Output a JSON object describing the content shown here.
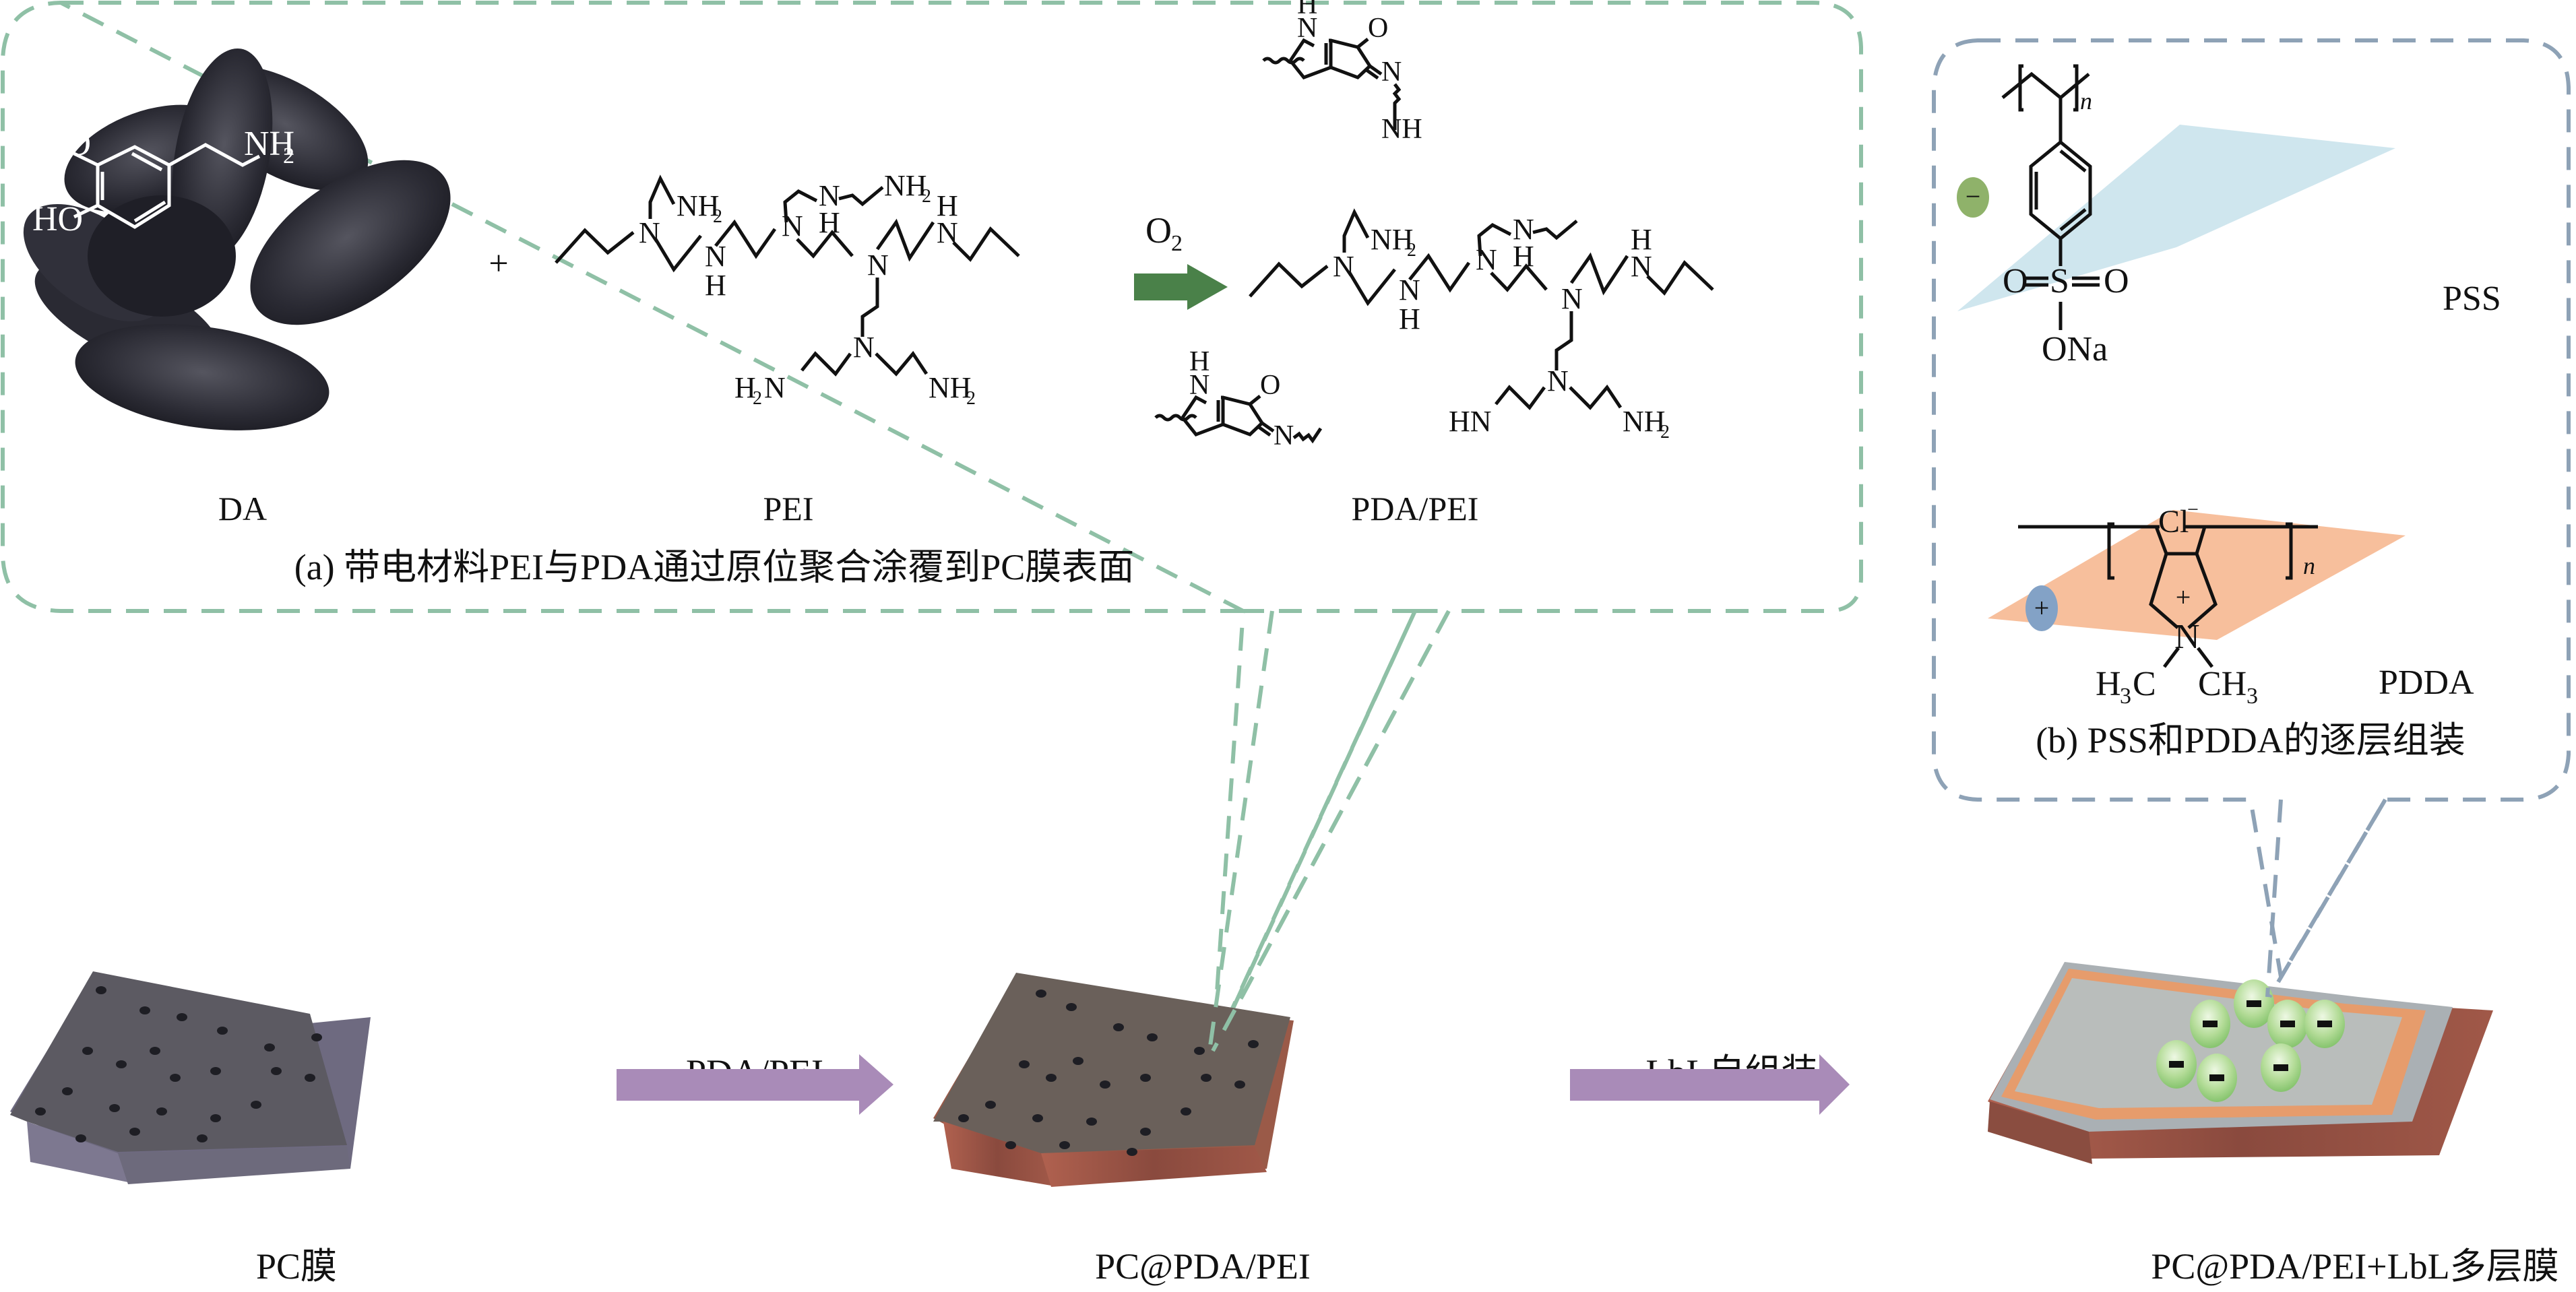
{
  "panel_a": {
    "caption": "(a) 带电材料PEI与PDA通过原位聚合涂覆到PC膜表面",
    "plus_sign": "+",
    "reagent_label": "O",
    "reagent_sub": "2",
    "compounds": {
      "da": {
        "name": "DA",
        "groups": {
          "ho_top": "HO",
          "ho_bottom": "HO",
          "amine": "NH",
          "amine_sub": "2"
        }
      },
      "pei": {
        "name": "PEI",
        "atoms": {
          "n": "N",
          "h": "H",
          "nh2": "NH",
          "h2n": "H",
          "sub2": "2"
        }
      },
      "pda_pei": {
        "name": "PDA/PEI",
        "atoms": {
          "n": "N",
          "h": "H",
          "o": "O",
          "nh": "NH",
          "hn": "HN",
          "nh2": "NH",
          "sub2": "2"
        }
      }
    },
    "colors": {
      "border": "#8fc0a6",
      "arrow": "#4a8149"
    }
  },
  "panel_b": {
    "caption": "(b) PSS和PDDA的逐层组装",
    "pss": {
      "name": "PSS",
      "charge": "−",
      "repeat": "n",
      "s": "S",
      "o": "O",
      "ona": "ONa"
    },
    "pdda": {
      "name": "PDDA",
      "charge": "+",
      "counter_ion": "Cl",
      "counter_charge": "−",
      "repeat": "n",
      "n_atom": "N",
      "n_charge": "+",
      "methyl_left": "H",
      "methyl_right": "CH",
      "sub3": "3",
      "c": "C"
    },
    "colors": {
      "border": "#8ea2b6",
      "pss_plane": "#cfe6ee",
      "pdda_plane": "#f7bf9c",
      "neg_ion": "#8fb26a",
      "pos_ion": "#83a2c6"
    }
  },
  "process": {
    "steps": [
      {
        "label": "PC膜",
        "surface": "#5c5a62",
        "edge": "#6e6a80"
      },
      {
        "label": "PC@PDA/PEI",
        "surface": "#6a605a",
        "edge": "#9a5a48"
      },
      {
        "label": "PC@PDA/PEI+LbL多层膜",
        "surface": "#b8bcb8",
        "edge": "#8a5a48"
      }
    ],
    "arrows": [
      {
        "label": "PDA/PEI"
      },
      {
        "label": "LbL自组装"
      }
    ],
    "arrow_color": "#a98bb8",
    "bead_charge": "−",
    "bead_count": 7
  }
}
